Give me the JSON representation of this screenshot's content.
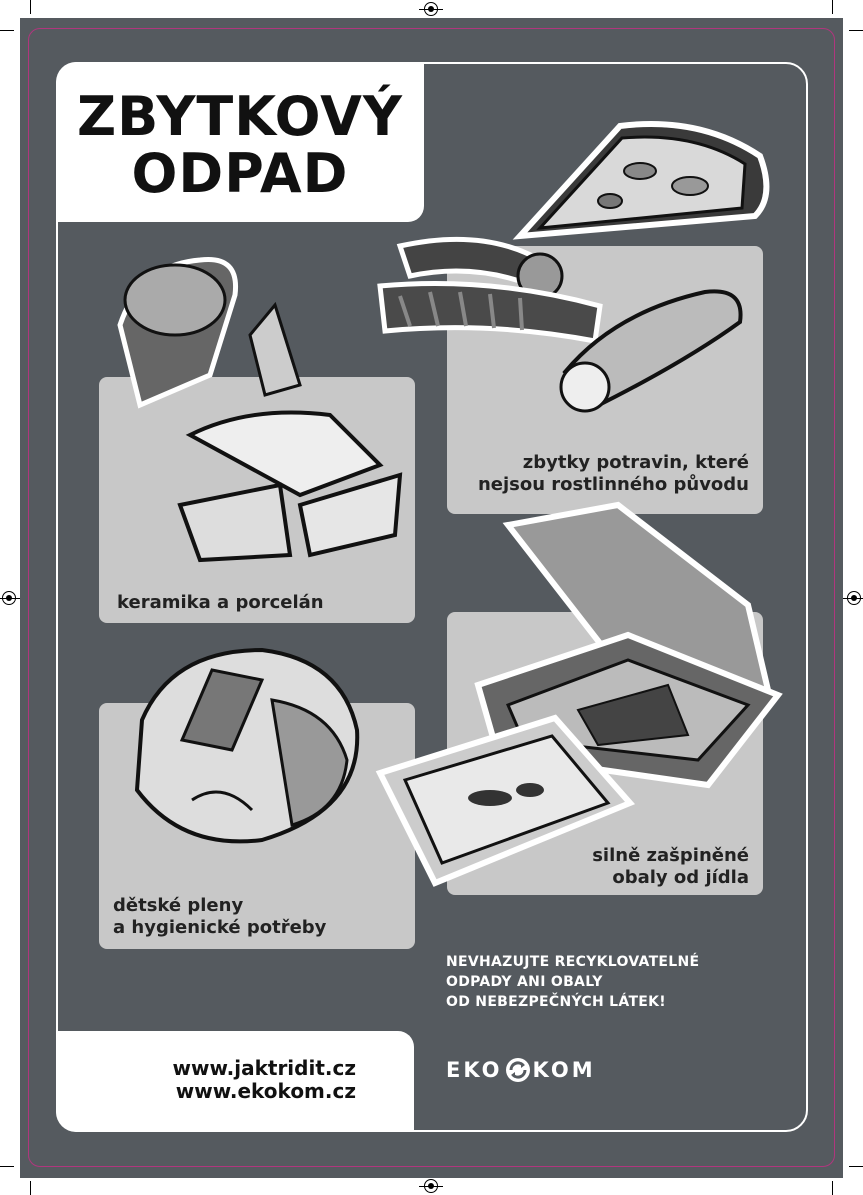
{
  "poster": {
    "title_line1": "ZBYTKOVÝ",
    "title_line2": "ODPAD",
    "items": [
      {
        "id": "ceramics",
        "label_lines": [
          "keramika a porcelán"
        ]
      },
      {
        "id": "food",
        "label_lines": [
          "zbytky potravin, které",
          "nejsou rostlinného původu"
        ]
      },
      {
        "id": "diapers",
        "label_lines": [
          "dětské pleny",
          "a hygienické potřeby"
        ]
      },
      {
        "id": "packaging",
        "label_lines": [
          "silně zašpiněné",
          "obaly od jídla"
        ]
      }
    ],
    "warning_lines": [
      "NEVHAZUJTE RECYKLOVATELNÉ",
      "ODPADY ANI OBALY",
      "OD NEBEZPEČNÝCH LÁTEK!"
    ],
    "urls": [
      "www.jaktridit.cz",
      "www.ekokom.cz"
    ],
    "logo": {
      "left": "EKO",
      "right": "KOM",
      "icon": "recycle-arrows-icon"
    }
  },
  "colors": {
    "background": "#555a5f",
    "panel": "#c8c8c8",
    "trim_line": "#b0367e",
    "text_dark": "#222222",
    "text_light": "#ffffff"
  }
}
